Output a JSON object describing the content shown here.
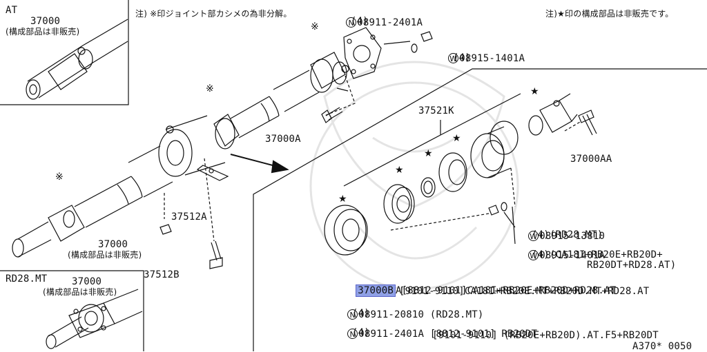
{
  "inset_at": {
    "title": "AT",
    "part": "37000",
    "note": "(構成部品は非販売)"
  },
  "inset_rd": {
    "title": "RD28.MT",
    "part": "37000",
    "note": "(構成部品は非販売)"
  },
  "notes": {
    "left": "注) ※印ジョイント部カシメの為非分解。",
    "right": "注)★印の構成部品は非販売です。"
  },
  "marks": {
    "kome": "※",
    "star": "★",
    "nut_symbol": "N",
    "washer_symbol": "W"
  },
  "labels": {
    "n_top_code": "08911-2401A",
    "n_top_qty": "(4)",
    "w_top_code": "08915-1401A",
    "w_top_qty": "(4)",
    "p37521k": "37521K",
    "p37000a": "37000A",
    "p37000aa": "37000AA",
    "main_part": "37000",
    "main_note": "(構成部品は非販売)",
    "p37512a": "37512A",
    "p37512b": "37512B"
  },
  "spec": {
    "w1_code": "08915-13810",
    "w1_line": "(4)(RD28.MT)",
    "w2_code": "08915-1401A",
    "w2_line1": "(4)(CA18I+RB20E+RB20D+",
    "w2_line2": "RB20DT+RD28.AT)",
    "p37000b_prefix": "37000B",
    "p37000b_line1": "A[8812-9101]CA18I+RB20E+RB20D+RD28.AT",
    "p37000b_line2": "[9101-9110]CA18I+RB20E.MT+RB20D.MT+RD28.AT",
    "n1_code": "08911-20810 (RD28.MT)",
    "n1_qty": "(4)",
    "n2_line1": "08911-2401A [8812-9101] RB20DT",
    "n2_qty": "(4)",
    "n2_line2": "[9101-9110] (RB20E+RB20D).AT.F5+RB20DT",
    "diagram_id": "A370* 0050"
  }
}
